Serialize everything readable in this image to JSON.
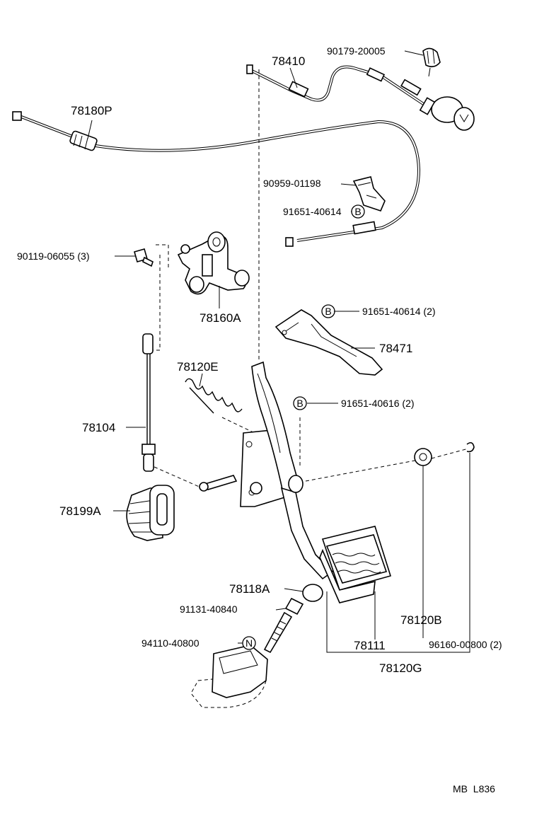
{
  "diagram": {
    "labels": {
      "p78410": "78410",
      "p90179": "90179-20005",
      "p78180p": "78180P",
      "p90959": "90959-01198",
      "p91651a": "91651-40614",
      "p90119": "90119-06055 (3)",
      "p91651b": "91651-40614 (2)",
      "p78160a": "78160A",
      "p78471": "78471",
      "p78120e": "78120E",
      "p91651c": "91651-40616 (2)",
      "p78104": "78104",
      "p78199a": "78199A",
      "p78118a": "78118A",
      "p91131": "91131-40840",
      "p78120b": "78120B",
      "p94110": "94110-40800",
      "p78111": "78111",
      "p96160": "96160-00800 (2)",
      "p78120g": "78120G"
    },
    "markers": {
      "b1": "B",
      "b2": "B",
      "b3": "B",
      "n1": "N"
    },
    "footer": "MB  L836"
  }
}
